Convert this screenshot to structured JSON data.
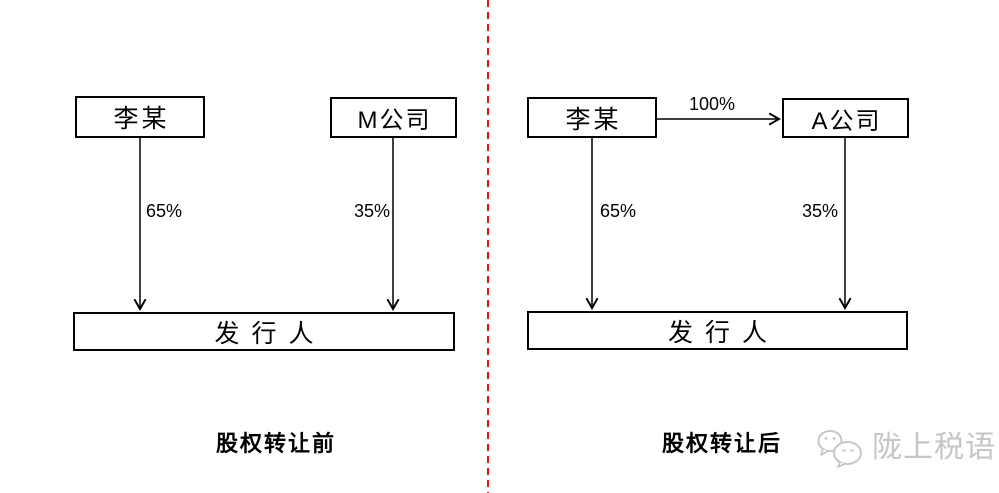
{
  "figure": {
    "background": "#ffffff",
    "line_color": "#000000"
  },
  "divider": {
    "style": "dashed",
    "color": "#ee1111"
  },
  "panels": [
    {
      "caption": "股权转让前",
      "nodes": {
        "parent1": "李某",
        "parent2": "M公司",
        "issuer": "发行人"
      },
      "edges": {
        "parent1_to_issuer": "65%",
        "parent2_to_issuer": "35%"
      }
    },
    {
      "caption": "股权转让后",
      "nodes": {
        "parent1": "李某",
        "parent2": "A公司",
        "issuer": "发行人"
      },
      "edges": {
        "parent1_to_issuer": "65%",
        "parent2_to_issuer": "35%",
        "parent1_to_parent2": "100%"
      }
    }
  ],
  "watermark": {
    "icon": "wechat-logo-icon",
    "text": "陇上税语",
    "color": "#c6c6c6"
  }
}
